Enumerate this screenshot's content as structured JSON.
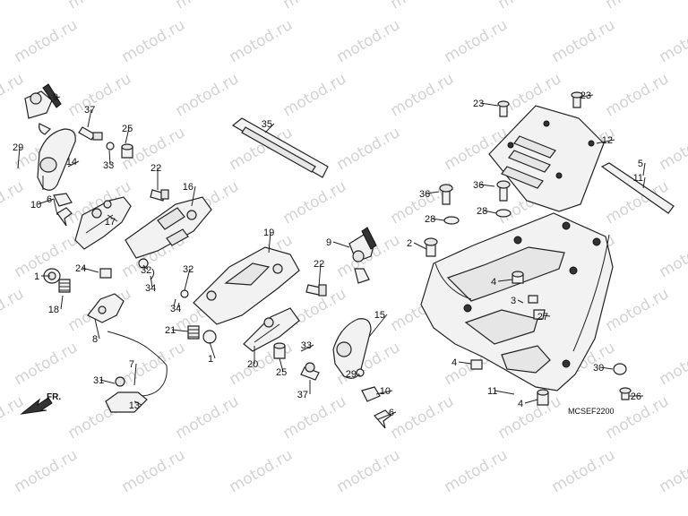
{
  "watermark": "motod.ru",
  "diagram_code": "MCSEF2200",
  "direction_label": "FR.",
  "callouts": [
    "1",
    "1",
    "2",
    "3",
    "4",
    "4",
    "4",
    "5",
    "6",
    "6",
    "7",
    "8",
    "9",
    "9",
    "10",
    "10",
    "11",
    "11",
    "12",
    "13",
    "14",
    "15",
    "16",
    "17",
    "18",
    "19",
    "20",
    "21",
    "22",
    "22",
    "23",
    "23",
    "24",
    "25",
    "25",
    "26",
    "27",
    "28",
    "28",
    "29",
    "29",
    "30",
    "31",
    "32",
    "32",
    "33",
    "33",
    "34",
    "34",
    "35",
    "36",
    "36",
    "37",
    "37"
  ]
}
